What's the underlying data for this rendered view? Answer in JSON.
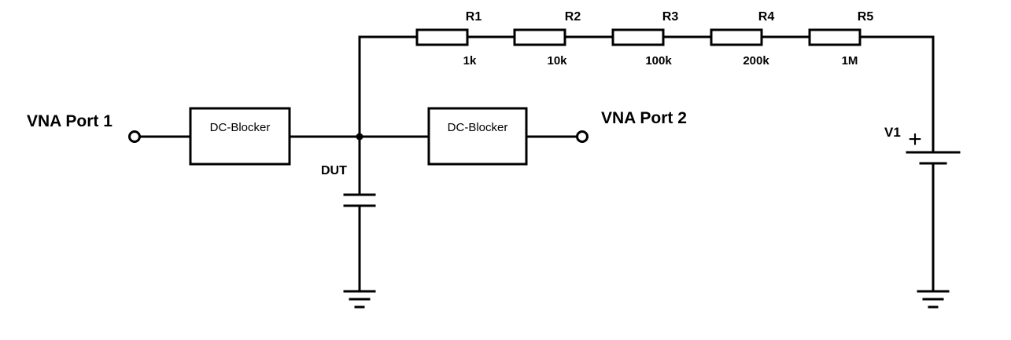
{
  "ports": {
    "port1": "VNA Port 1",
    "port2": "VNA Port 2"
  },
  "blocks": {
    "blocker1": "DC-Blocker",
    "blocker2": "DC-Blocker"
  },
  "dut": {
    "label": "DUT"
  },
  "resistors": [
    {
      "name": "R1",
      "value": "1k"
    },
    {
      "name": "R2",
      "value": "10k"
    },
    {
      "name": "R3",
      "value": "100k"
    },
    {
      "name": "R4",
      "value": "200k"
    },
    {
      "name": "R5",
      "value": "1M"
    }
  ],
  "source": {
    "name": "V1",
    "polarity": "+"
  }
}
